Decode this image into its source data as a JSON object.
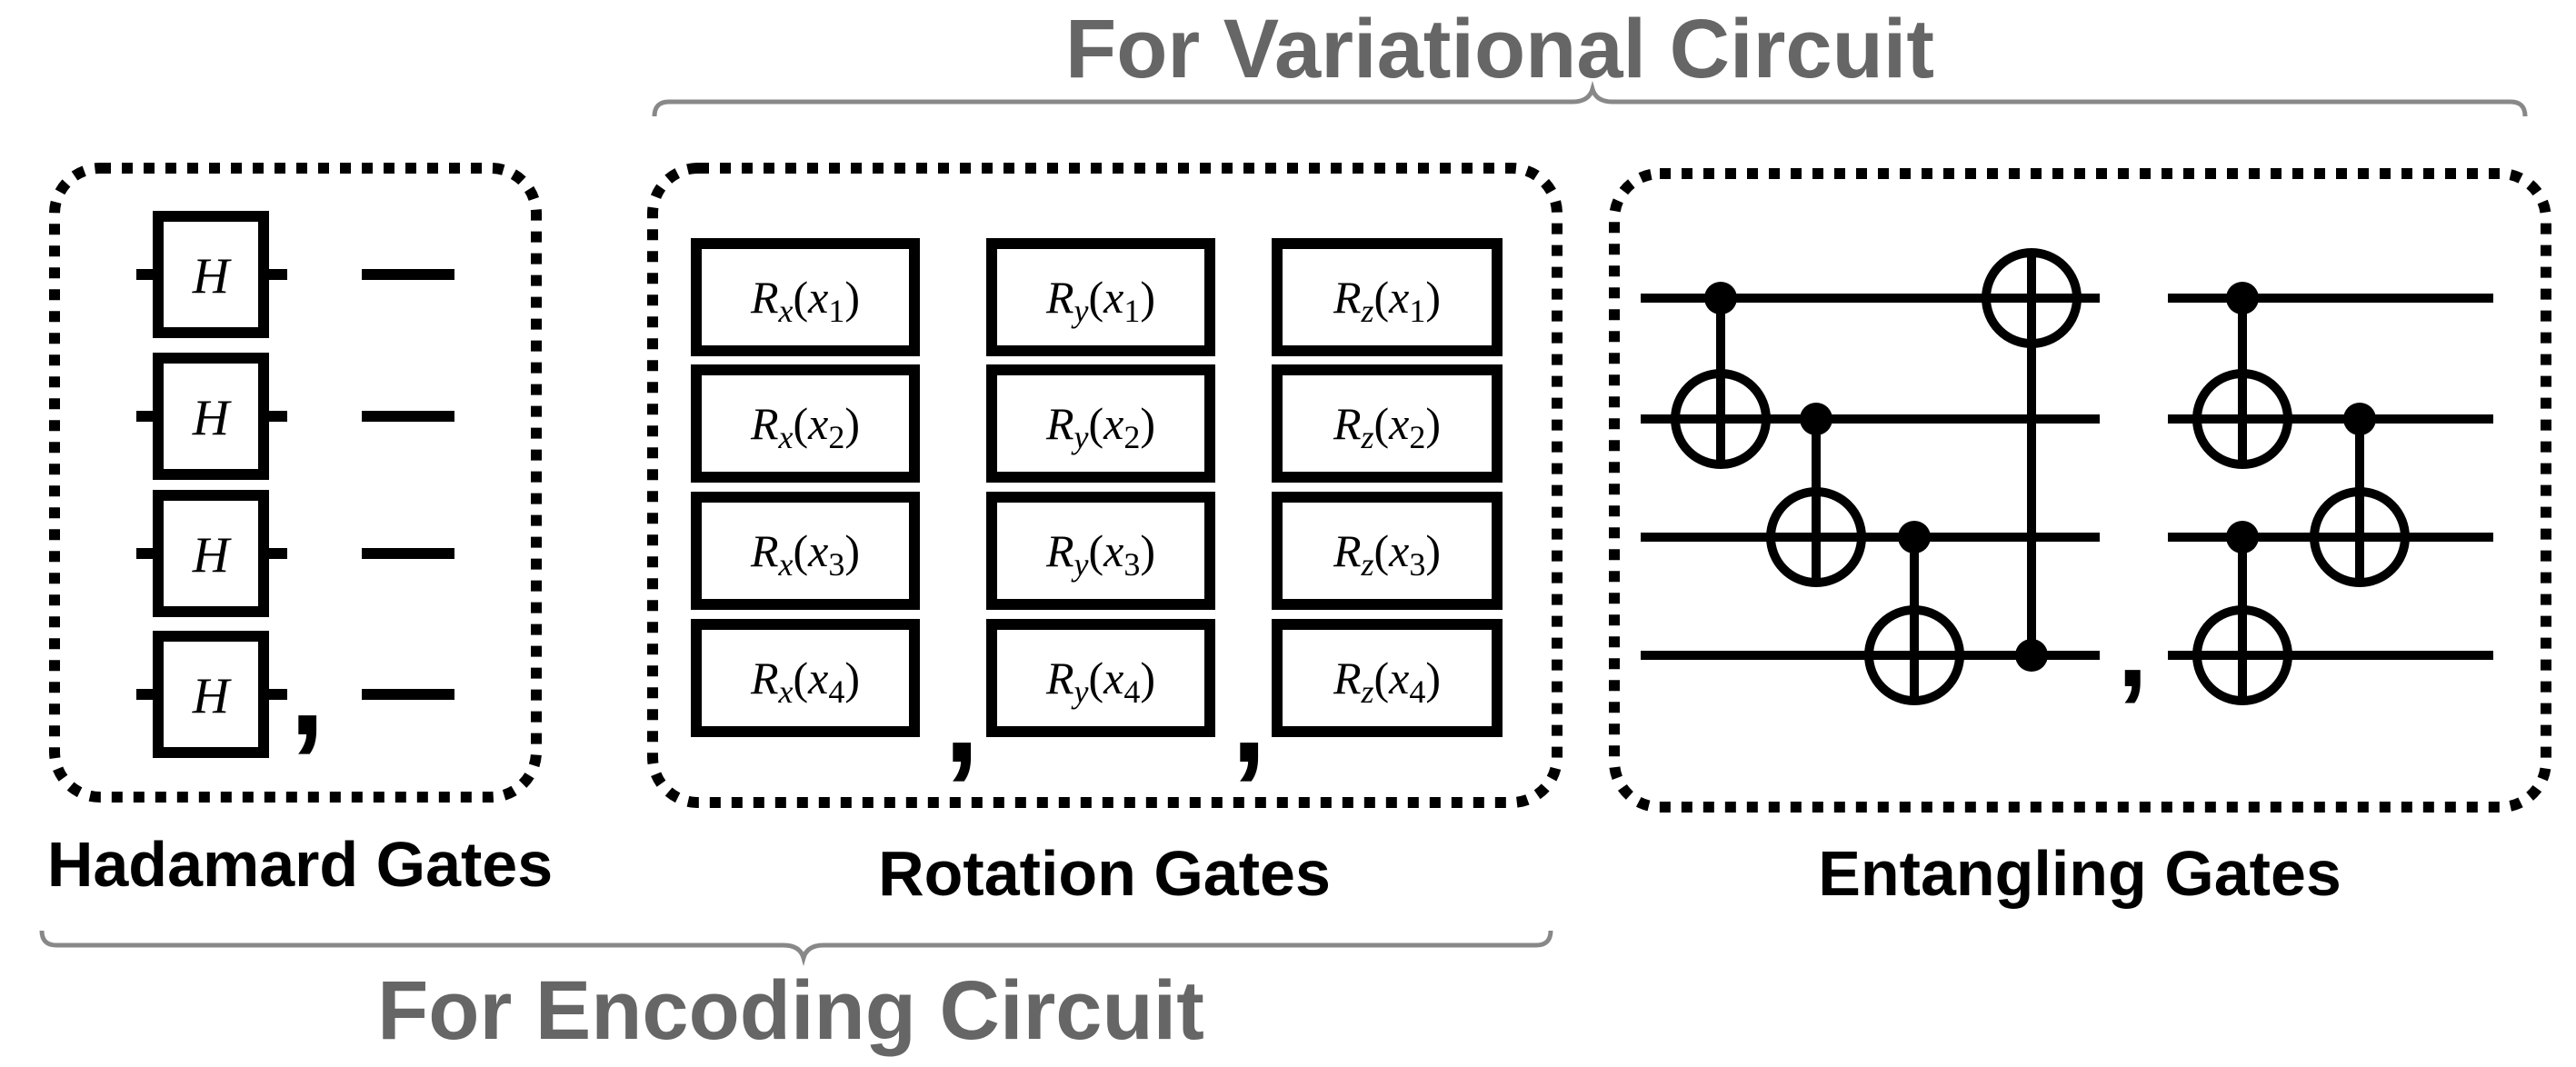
{
  "labels": {
    "variational_circuit": "For Variational Circuit",
    "encoding_circuit": "For Encoding Circuit",
    "hadamard_gates": "Hadamard Gates",
    "rotation_gates": "Rotation Gates",
    "entangling_gates": "Entangling Gates"
  },
  "hadamard": {
    "gate_symbol": "H"
  },
  "rotation": {
    "gate_letter": "R",
    "axes": [
      "x",
      "y",
      "z"
    ],
    "variable": "x",
    "indices": [
      "1",
      "2",
      "3",
      "4"
    ]
  },
  "separator": ",",
  "colors": {
    "ink": "#000000",
    "heading_gray": "#666666",
    "brace_gray": "#888888"
  }
}
